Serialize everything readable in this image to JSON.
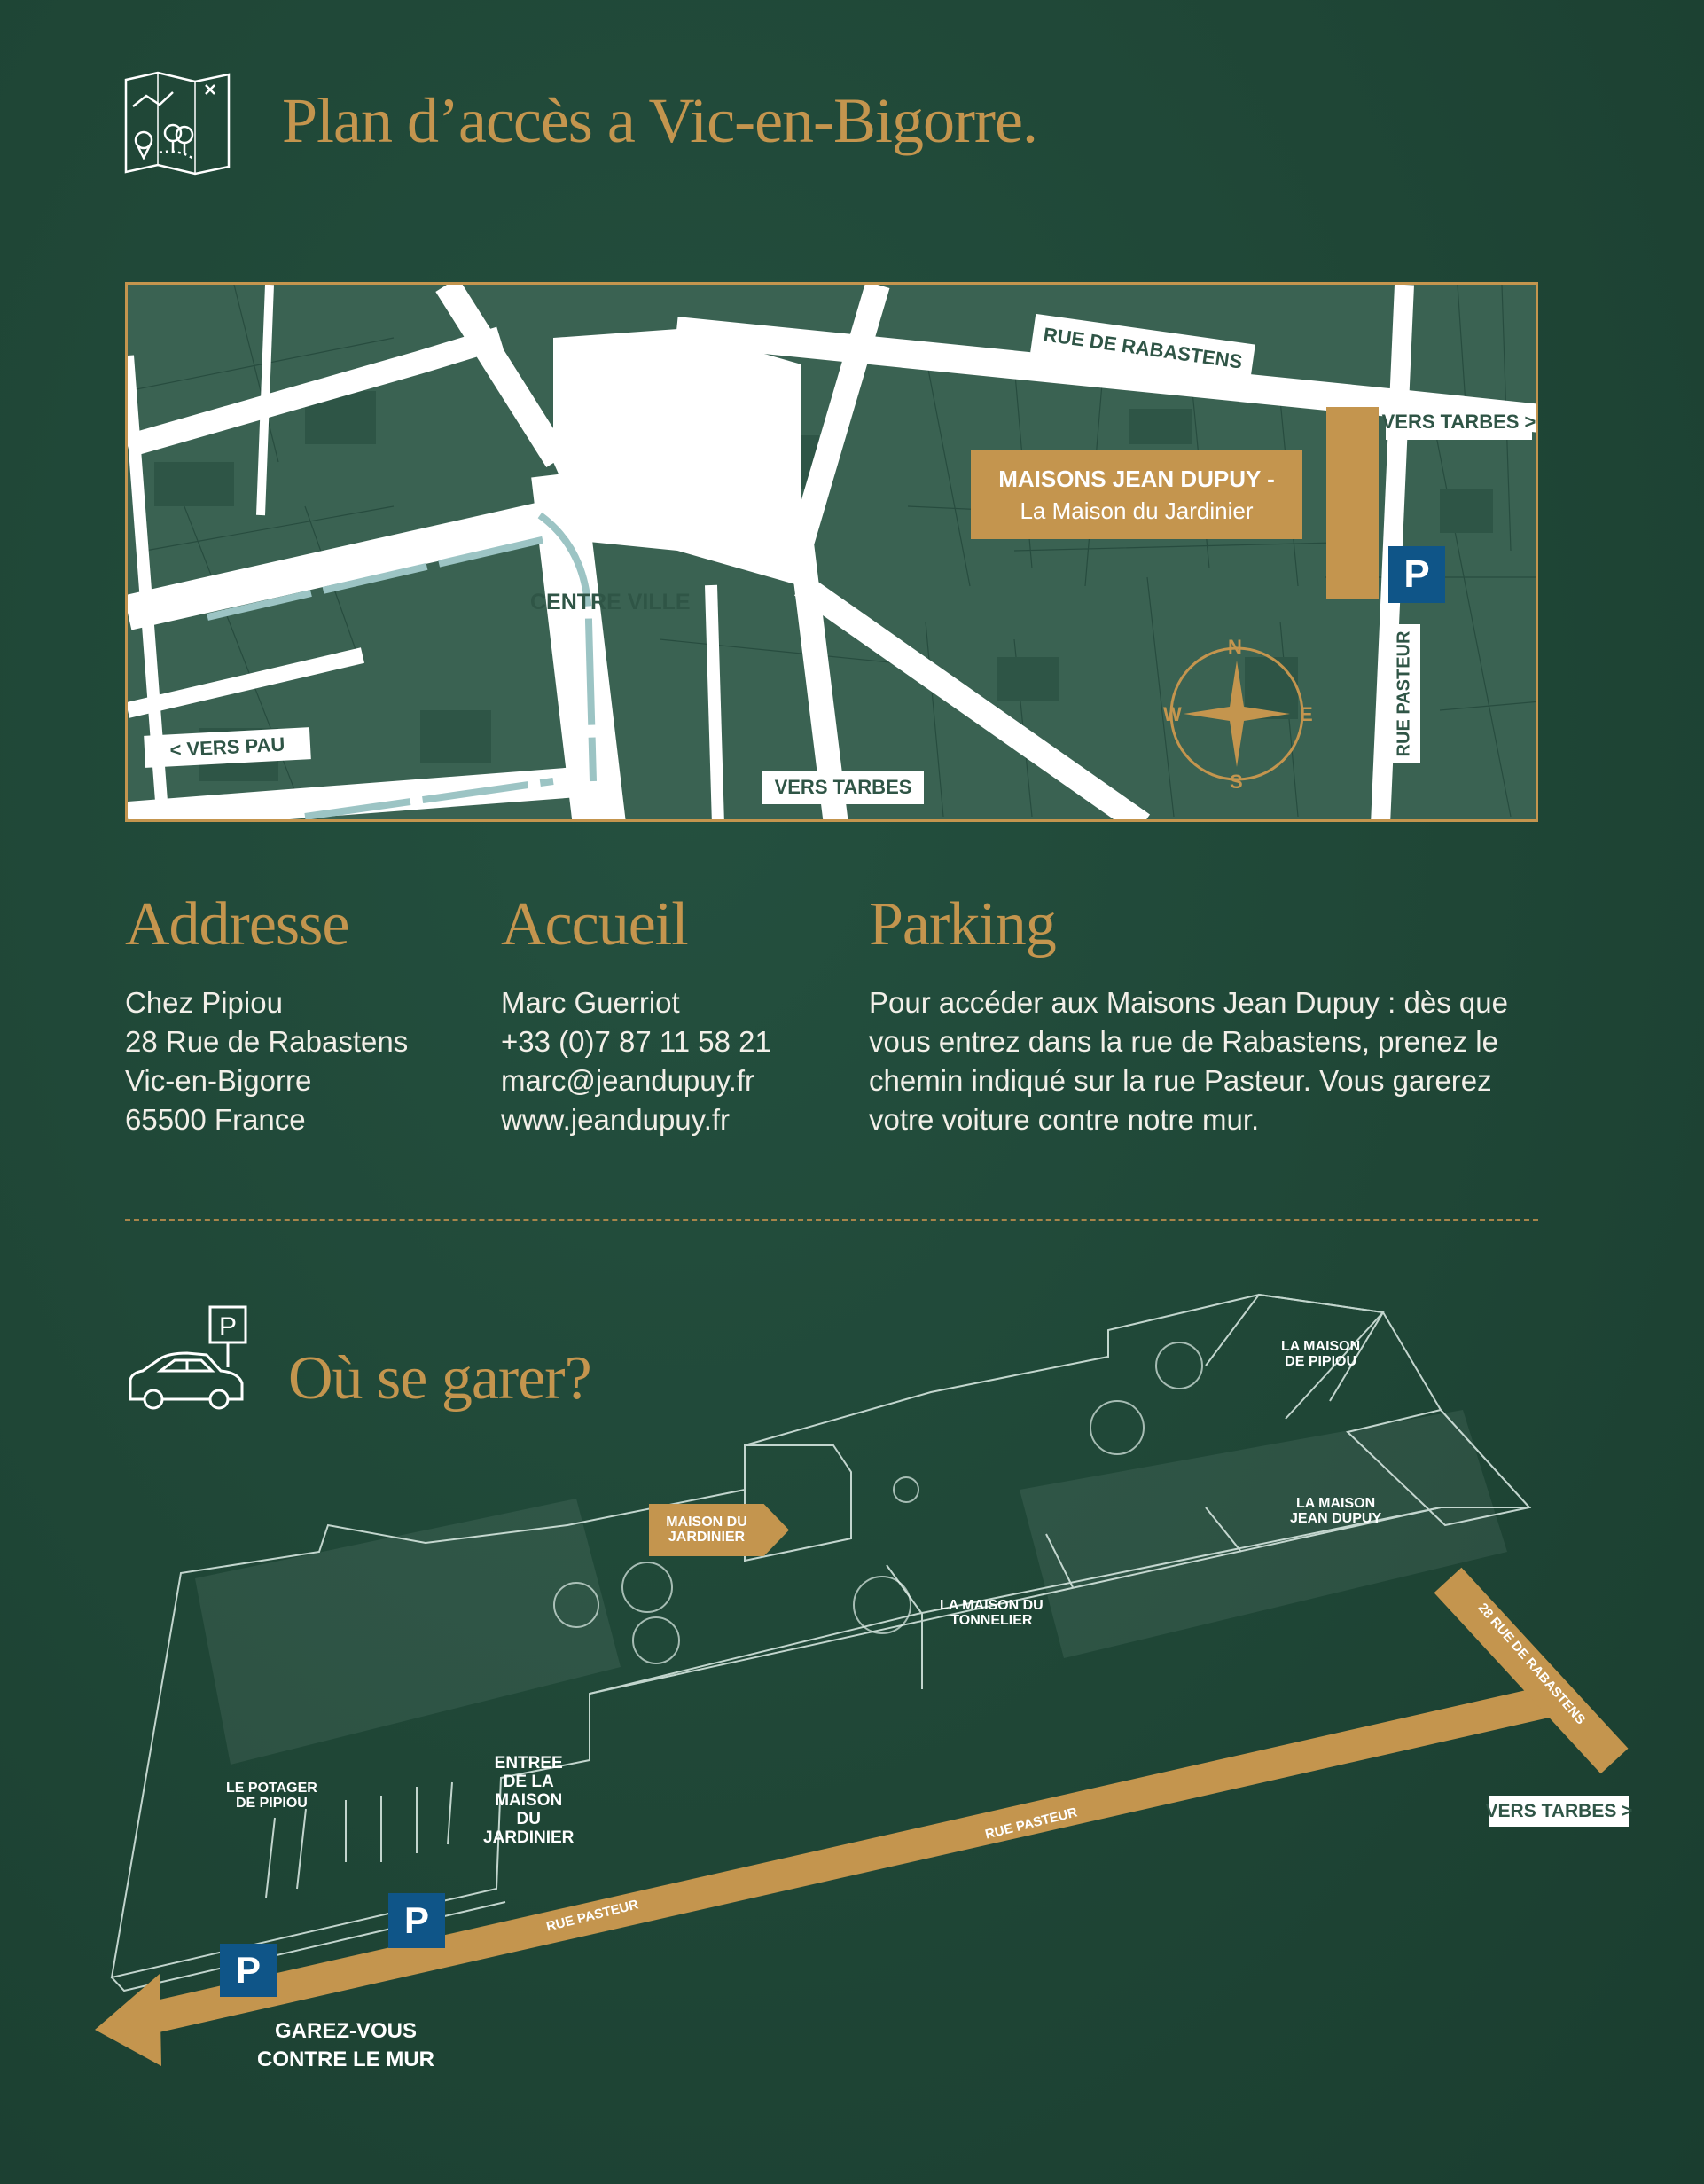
{
  "header": {
    "title": "Plan d’accès a Vic-en-Bigorre.",
    "icon": "map-icon"
  },
  "map": {
    "streets": {
      "rue_de_rabastens": "RUE DE RABASTENS",
      "rue_pasteur": "RUE PASTEUR",
      "vers_tarbes_east": "VERS TARBES >",
      "vers_tarbes_south": "VERS TARBES",
      "vers_pau": "< VERS PAU",
      "centre_ville": "CENTRE VILLE"
    },
    "destination": {
      "line1": "MAISONS JEAN DUPUY -",
      "line2": "La Maison du Jardinier"
    },
    "parking": "P",
    "compass": {
      "n": "N",
      "s": "S",
      "e": "E",
      "w": "W"
    }
  },
  "info": {
    "address": {
      "heading": "Addresse",
      "lines": [
        "Chez Pipiou",
        "28 Rue de Rabastens",
        "Vic-en-Bigorre",
        "65500 France"
      ]
    },
    "reception": {
      "heading": "Accueil",
      "lines": [
        "Marc Guerriot",
        "+33 (0)7 87 11 58 21",
        "marc@jeandupuy.fr",
        "www.jeandupuy.fr"
      ]
    },
    "parking": {
      "heading": "Parking",
      "lines": [
        "Pour accéder aux Maisons Jean Dupuy : dès que",
        "vous entrez dans la rue de Rabastens, prenez le",
        "chemin indiqué sur la rue Pasteur. Vous garerez",
        "votre voiture contre notre mur."
      ]
    }
  },
  "parking_section": {
    "title": "Où se garer?",
    "icon": "car-parking-icon",
    "sign": "P",
    "labels": {
      "maison_pipiou": [
        "LA MAISON",
        "DE PIPIOU"
      ],
      "maison_jean_dupuy": [
        "LA MAISON",
        "JEAN DUPUY"
      ],
      "maison_tonnelier": [
        "LA MAISON DU",
        "TONNELIER"
      ],
      "maison_jardinier": [
        "MAISON DU",
        "JARDINIER"
      ],
      "potager": [
        "LE POTAGER",
        "DE PIPIOU"
      ],
      "entree": [
        "ENTREE",
        "DE LA",
        "MAISON",
        "DU",
        "JARDINIER"
      ],
      "rue_pasteur": "RUE PASTEUR",
      "rue_rabastens": "28 RUE DE RABASTENS",
      "vers_tarbes": "VERS TARBES >",
      "garez": [
        "GAREZ-VOUS",
        "CONTRE LE MUR"
      ]
    }
  },
  "colors": {
    "background": "#1f4636",
    "gold": "#c4954e",
    "map_green": "#3a6252",
    "parking_blue": "#0f5588"
  }
}
